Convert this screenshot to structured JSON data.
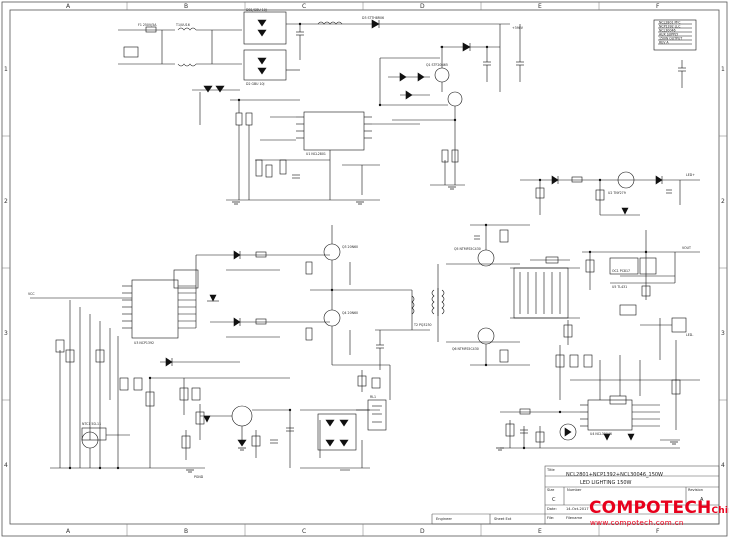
{
  "zones": {
    "columns": [
      "A",
      "B",
      "C",
      "D",
      "E",
      "F"
    ],
    "rows": [
      "1",
      "2",
      "3",
      "4"
    ]
  },
  "title_block": {
    "title_label": "Title",
    "title": "NCL2801+NCP1392+NCL30046_150W",
    "product": "LED LIGHTING 150W",
    "size_label": "Size",
    "size": "C",
    "number_label": "Number",
    "revision_label": "Revision",
    "revision": "A",
    "date_label": "Date:",
    "date": "14-Oct-2017",
    "file_label": "File:",
    "file": "Filename",
    "drawn_label": "Engineer",
    "drawn": "",
    "sheet_label": "Sheet Ext"
  },
  "legend_lines": [
    "NCL2801 PFC",
    "NCP1392 LLC",
    "NCL30046",
    "AUX SUPPLY",
    "150W OUTPUT",
    "REV A"
  ],
  "components": {
    "bridge_top": "DB1/GBU 10J",
    "bridge_bot": "D2 GBU 10J",
    "fuse": "F1 250V/5A",
    "cm_choke": "T1/UU16",
    "pfc_ic": "U1 NCL2801",
    "pfc_mos": "Q1 STF20N65",
    "pfc_diode": "D3 STTH8R06",
    "pfc_out": "+390V",
    "aux_ic": "U2 TNY279",
    "llc_ic": "U3 NCP1392",
    "llc_hi": "Q3 20N60",
    "llc_lo": "Q4 20N60",
    "llc_tx": "T2 PQ3230",
    "sr1": "Q5 NTMFS5C430",
    "sr2": "Q6 NTMFS5C430",
    "cc_ic": "U4 NCL30046",
    "vout": "VOUT",
    "vcc": "VCC",
    "opto": "OC1 PC817",
    "tl431": "U5 TL431",
    "gnd_label": "PGND",
    "ntc": "NTC1 5D-11",
    "relay": "RL1",
    "led_plus": "LED+",
    "led_minus": "LED-"
  }
}
